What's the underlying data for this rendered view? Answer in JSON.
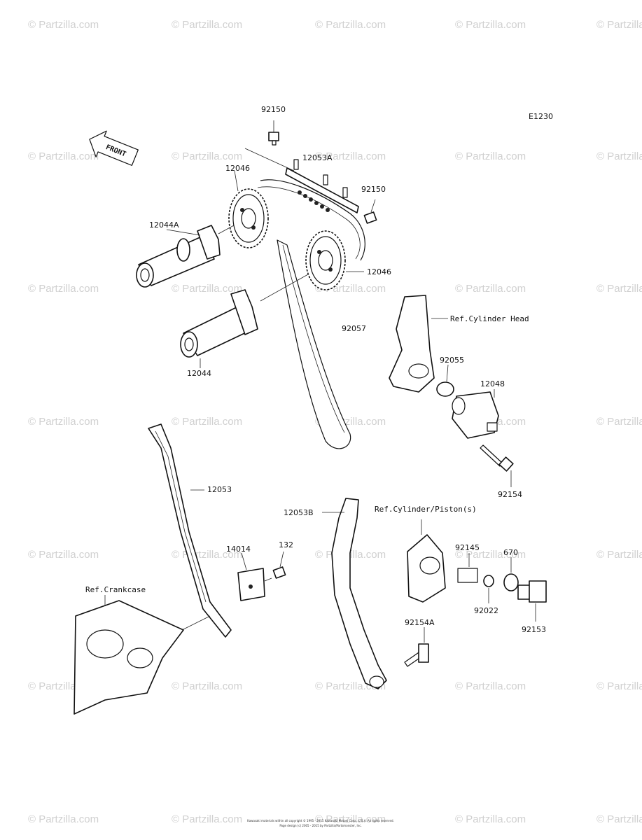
{
  "diagram_code": "E1230",
  "front_label": "FRONT",
  "watermark": "© Partzilla.com",
  "parts": {
    "p92150a": "92150",
    "p12053a": "12053A",
    "p12046a": "12046",
    "p92150b": "92150",
    "p12044a": "12044A",
    "p12046b": "12046",
    "p92057": "92057",
    "p12044": "12044",
    "p92055": "92055",
    "p12048": "12048",
    "p92154": "92154",
    "p12053": "12053",
    "p12053b": "12053B",
    "p14014": "14014",
    "p132": "132",
    "p92145": "92145",
    "p670": "670",
    "p92022": "92022",
    "p92153": "92153",
    "p92154a": "92154A"
  },
  "refs": {
    "cylinder_head": "Ref.Cylinder Head",
    "cylinder_piston": "Ref.Cylinder/Piston(s)",
    "crankcase": "Ref.Crankcase"
  },
  "copyright_line1": "Kawasaki materials within all copyright © 1995 - 2015 Kawasaki Motors Corp., U.S.A. All rights reserved.",
  "copyright_line2": "Page design (c) 2005 - 2015 by Partzilla/Partsmonster, Inc."
}
